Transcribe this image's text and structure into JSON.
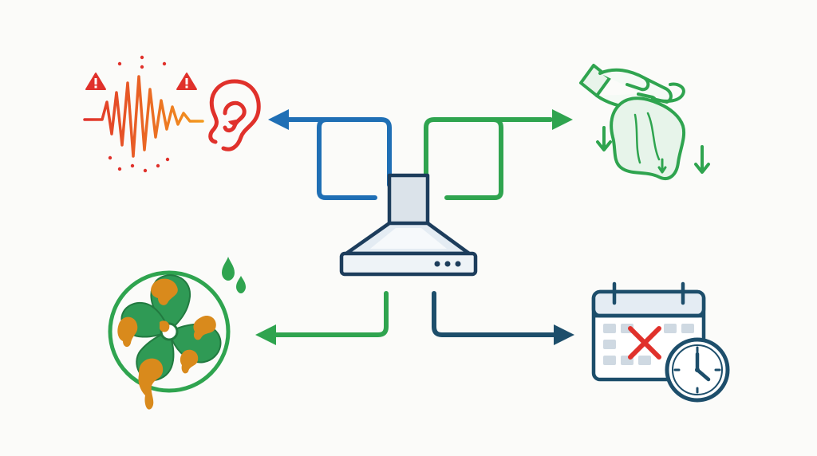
{
  "diagram": {
    "center": {
      "icon": "range-hood-icon"
    },
    "nodes": [
      {
        "id": "noise",
        "icon": "noise-ear-icon",
        "position": "top-left",
        "color": "#1f6fb5"
      },
      {
        "id": "cleaning",
        "icon": "hand-wiping-cloth-icon",
        "position": "top-right",
        "color": "#2fa44f"
      },
      {
        "id": "grease-fan",
        "icon": "greasy-fan-icon",
        "position": "bottom-left",
        "color": "#2fa44f"
      },
      {
        "id": "schedule",
        "icon": "calendar-clock-icon",
        "position": "bottom-right",
        "color": "#1d4e6b"
      }
    ]
  },
  "colors": {
    "navy": "#1d3d5c",
    "blue": "#1f6fb5",
    "green": "#2fa44f",
    "teal": "#1d4e6b",
    "red": "#e0312b",
    "orange": "#f07a1a",
    "grease": "#d98a1c",
    "hood-fill": "#dde7f0"
  }
}
